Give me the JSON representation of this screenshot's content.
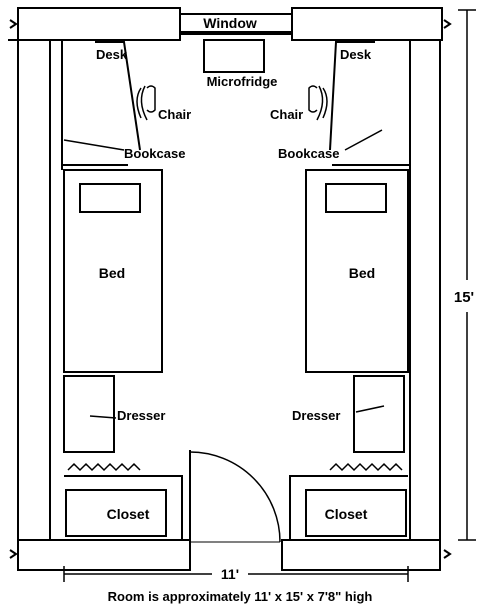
{
  "labels": {
    "window": "Window",
    "desk_left": "Desk",
    "desk_right": "Desk",
    "microfridge": "Microfridge",
    "chair_left": "Chair",
    "chair_right": "Chair",
    "bookcase_left": "Bookcase",
    "bookcase_right": "Bookcase",
    "bed_left": "Bed",
    "bed_right": "Bed",
    "dresser_left": "Dresser",
    "dresser_right": "Dresser",
    "closet_left": "Closet",
    "closet_right": "Closet"
  },
  "dimensions": {
    "length": "15'",
    "width": "11'",
    "caption": "Room is approximately 11' x 15' x 7'8\" high"
  }
}
